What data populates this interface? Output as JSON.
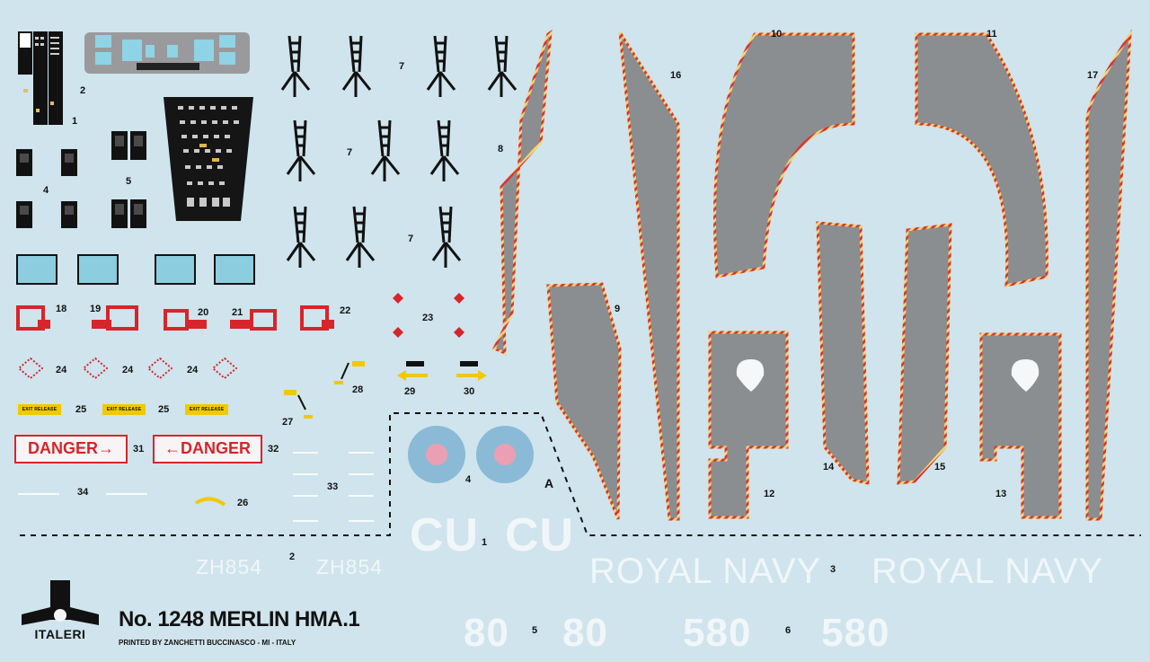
{
  "brand": {
    "name": "ITALERI",
    "product_title": "No. 1248 MERLIN HMA.1",
    "printer_line": "PRINTED BY ZANCHETTI BUCCINASCO - MI - ITALY"
  },
  "decal_labels": {
    "n1": "1",
    "n2": "2",
    "n4": "4",
    "n5": "5",
    "n7a": "7",
    "n7b": "7",
    "n7c": "7",
    "n8": "8",
    "n9": "9",
    "n10": "10",
    "n11": "11",
    "n12": "12",
    "n13": "13",
    "n14": "14",
    "n15": "15",
    "n16": "16",
    "n17": "17",
    "n18": "18",
    "n19": "19",
    "n20": "20",
    "n21": "21",
    "n22": "22",
    "n23": "23",
    "n24a": "24",
    "n24b": "24",
    "n24c": "24",
    "n25a": "25",
    "n25b": "25",
    "n26": "26",
    "n27": "27",
    "n28": "28",
    "n29": "29",
    "n30": "30",
    "n31": "31",
    "n32": "32",
    "n33": "33",
    "n34": "34",
    "nl4": "4",
    "nla": "A",
    "nl1": "1",
    "nl2": "2",
    "nl3": "3",
    "nl5": "5",
    "nl6": "6"
  },
  "texts": {
    "danger_right": "DANGER→",
    "danger_left": "←DANGER",
    "exit_release": "EXIT RELEASE",
    "cu_left": "CU",
    "cu_right": "CU",
    "zh_left": "ZH854",
    "zh_right": "ZH854",
    "royal_navy_left": "ROYAL NAVY",
    "royal_navy_right": "ROYAL NAVY",
    "num_80_left": "80",
    "num_80_right": "80",
    "num_580_left": "580",
    "num_580_right": "580"
  },
  "colors": {
    "sheet_background": "#cfe4ec",
    "walkway_grey": "#8b8e91",
    "warning_red": "#d6252b",
    "warning_yellow": "#f2c800",
    "roundel_blue": "#8bbad6",
    "roundel_pink": "#eaa0b2"
  }
}
